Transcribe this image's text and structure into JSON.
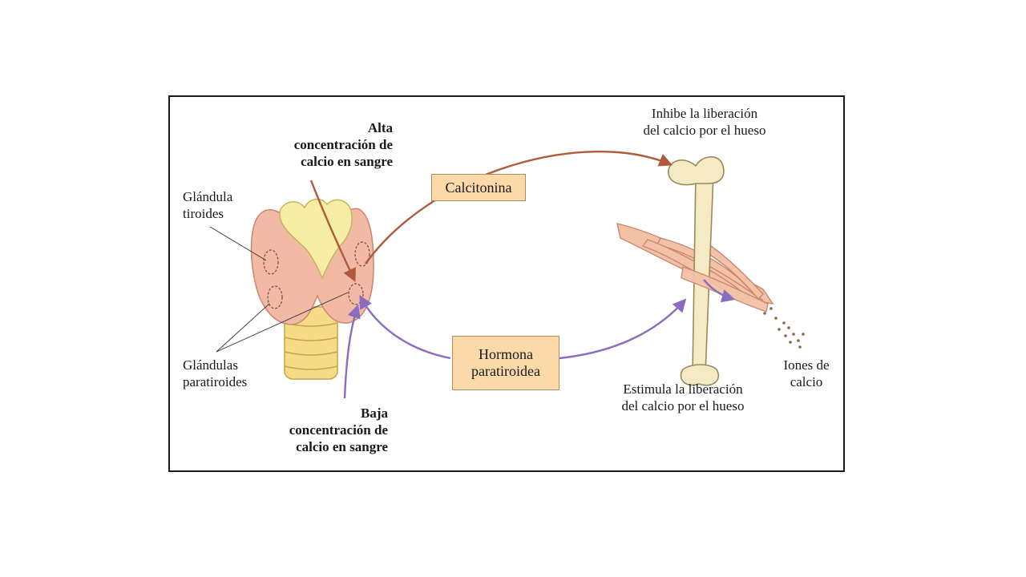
{
  "labels": {
    "alta": [
      "Alta",
      "concentración de",
      "calcio en sangre"
    ],
    "baja": [
      "Baja",
      "concentración de",
      "calcio en sangre"
    ],
    "tiroides": [
      "Glándula",
      "tiroides"
    ],
    "paratiroides": [
      "Glándulas",
      "paratiroides"
    ],
    "inhibe": [
      "Inhibe la liberación",
      "del calcio por el hueso"
    ],
    "estimula": [
      "Estimula la liberación",
      "del calcio por el hueso"
    ],
    "iones": [
      "Iones de",
      "calcio"
    ]
  },
  "boxes": {
    "calcitonina": [
      "Calcitonina"
    ],
    "hormona": [
      "Hormona",
      "paratiroidea"
    ]
  },
  "colors": {
    "calcitonin_arrow": "#b05a3c",
    "parathyroid_arrow": "#8a6cc0",
    "thyroid_fill": "#f2b9a4",
    "cartilage_fill": "#f7eea6",
    "trachea_fill": "#f6dc86",
    "bone_fill": "#f4ebc4",
    "muscle_fill": "#f3c1a6",
    "box_fill": "#fbd9a8"
  }
}
